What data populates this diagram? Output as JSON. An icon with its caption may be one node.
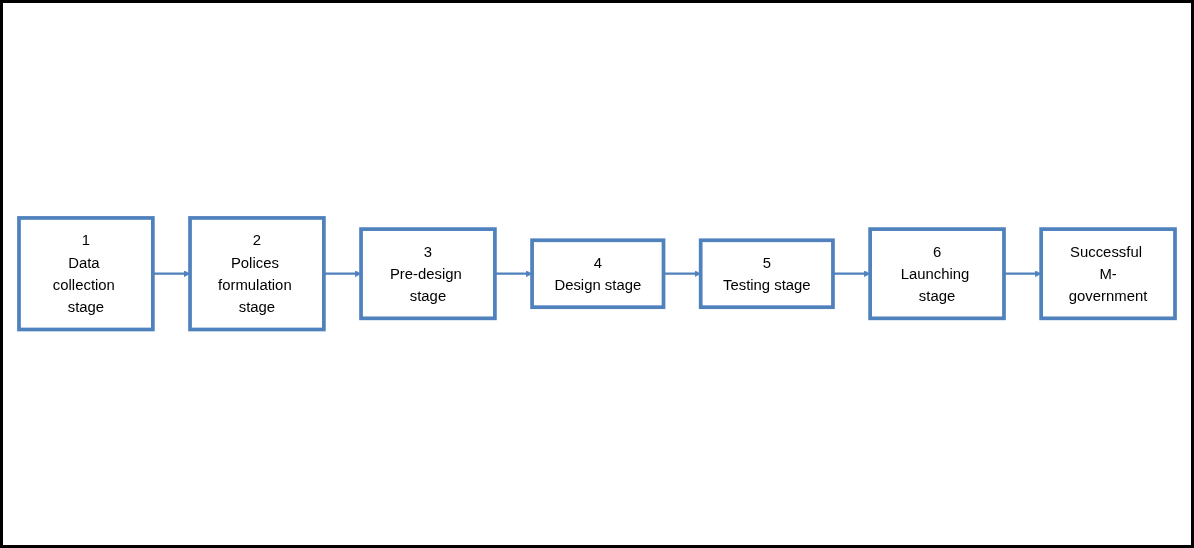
{
  "diagram": {
    "nodes": [
      {
        "text": [
          "1",
          "Data collection stage"
        ]
      },
      {
        "text": [
          "2",
          "Polices formulation stage"
        ]
      },
      {
        "text": [
          "3",
          "Pre-design stage"
        ]
      },
      {
        "text": [
          "4",
          "Design stage"
        ]
      },
      {
        "text": [
          "5",
          "Testing stage"
        ]
      },
      {
        "text": [
          "6",
          "Launching stage"
        ]
      },
      {
        "text": [
          "Successful M-government"
        ]
      }
    ],
    "edges": [
      {
        "from": 0,
        "to": 1,
        "arrow": "to"
      },
      {
        "from": 1,
        "to": 2,
        "arrow": "to"
      },
      {
        "from": 2,
        "to": 3,
        "arrow": "to"
      },
      {
        "from": 3,
        "to": 4,
        "arrow": "to"
      },
      {
        "from": 4,
        "to": 5,
        "arrow": "to"
      },
      {
        "from": 5,
        "to": 6,
        "arrow": "to"
      }
    ]
  }
}
